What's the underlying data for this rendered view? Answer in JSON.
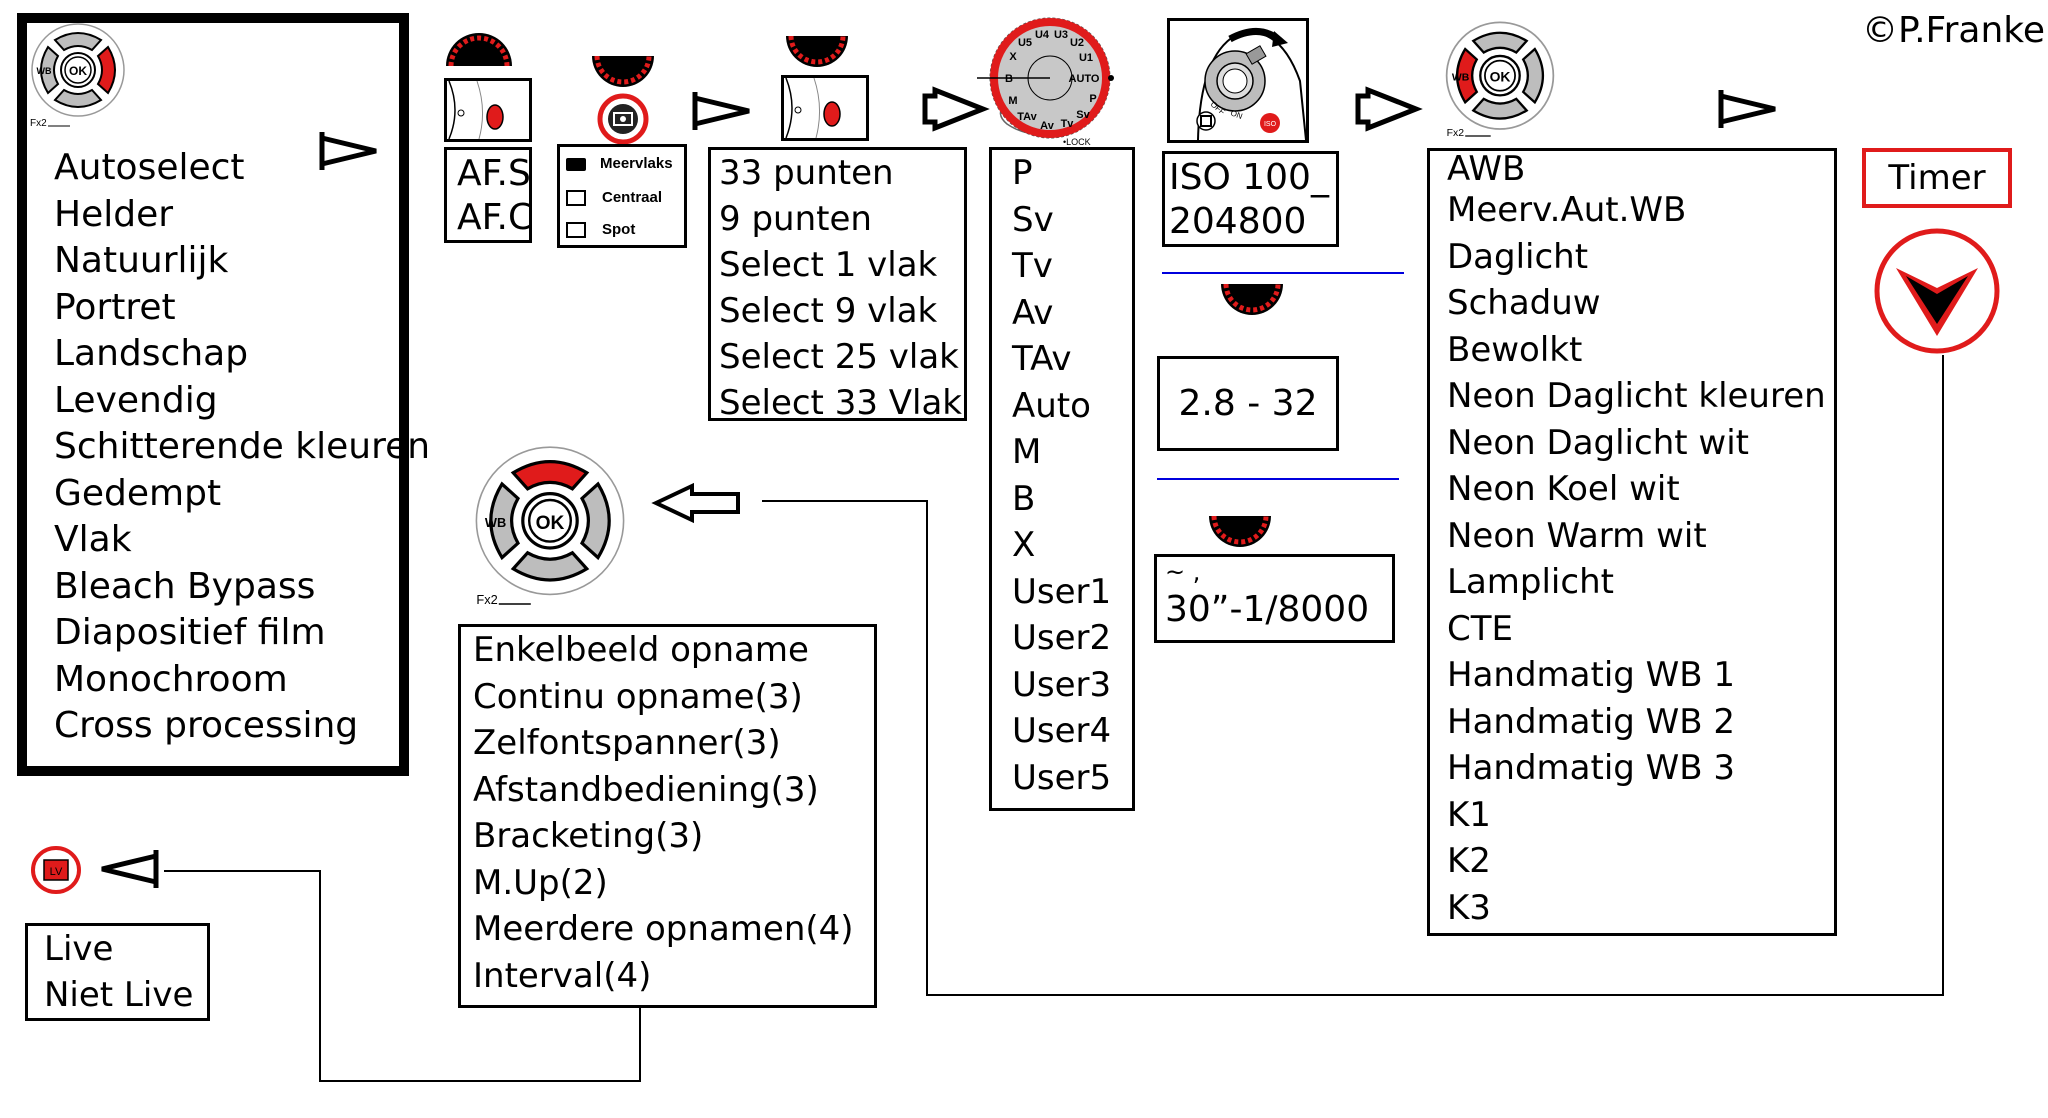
{
  "copyright": "©P.Franke",
  "picture_style": {
    "items": [
      "Autoselect",
      "Helder",
      "Natuurlijk",
      "Portret",
      "Landschap",
      "Levendig",
      "Schitterende kleuren",
      "Gedempt",
      "Vlak",
      "Bleach Bypass",
      "Diapositief film",
      "Monochroom",
      "Cross processing"
    ],
    "control_label_fx": "Fx2",
    "control_label_ok": "OK",
    "control_label_wb": "WB"
  },
  "af_mode": {
    "items": [
      "AF.S",
      "AF.C"
    ]
  },
  "metering": {
    "items": [
      "Meervlaks",
      "Centraal",
      "Spot"
    ]
  },
  "af_points": {
    "items": [
      "33 punten",
      "9 punten",
      "Select  1  vlak",
      "Select  9  vlak",
      "Select 25 vlak",
      "Select 33 Vlak"
    ]
  },
  "mode_dial": {
    "dial_labels": [
      "AUTO",
      "P",
      "Sv",
      "Tv",
      "Av",
      "TAv",
      "M",
      "B",
      "X",
      "U5",
      "U4",
      "U3",
      "U2",
      "U1"
    ],
    "lock_label": "•LOCK",
    "items": [
      "P",
      "Sv",
      "Tv",
      "Av",
      "TAv",
      "Auto",
      "M",
      "B",
      "X",
      "User1",
      "User2",
      "User3",
      "User4",
      "User5"
    ]
  },
  "iso": {
    "switch_labels": [
      "OFF",
      "ON",
      "ISO"
    ],
    "lines": [
      "ISO  100_",
      "204800"
    ]
  },
  "aperture": {
    "value": "2.8 - 32"
  },
  "shutter": {
    "line1": "~ ,",
    "line2": "30”-1/8000"
  },
  "white_balance": {
    "control_label_fx": "Fx2",
    "items": [
      "AWB",
      "Meerv.Aut.WB",
      "Daglicht",
      "Schaduw",
      "Bewolkt",
      "Neon Daglicht kleuren",
      "Neon Daglicht wit",
      "Neon Koel wit",
      "Neon Warm wit",
      "Lamplicht",
      "CTE",
      "Handmatig WB  1",
      "Handmatig WB 2",
      "Handmatig WB 3",
      "K1",
      "K2",
      "K3"
    ]
  },
  "timer": {
    "label": "Timer"
  },
  "drive": {
    "control_label_fx": "Fx2",
    "items": [
      "Enkelbeeld opname",
      "Continu opname(3)",
      "Zelfontspanner(3)",
      "Afstandbediening(3)",
      "Bracketing(3)",
      "M.Up(2)",
      "Meerdere opnamen(4)",
      "Interval(4)"
    ]
  },
  "live_view": {
    "icon_label": "LV",
    "items": [
      "Live",
      "Niet Live"
    ]
  },
  "colors": {
    "accent_red": "#e01b1b",
    "line_blue": "#0000dd",
    "button_grey": "#bdbdbd"
  }
}
